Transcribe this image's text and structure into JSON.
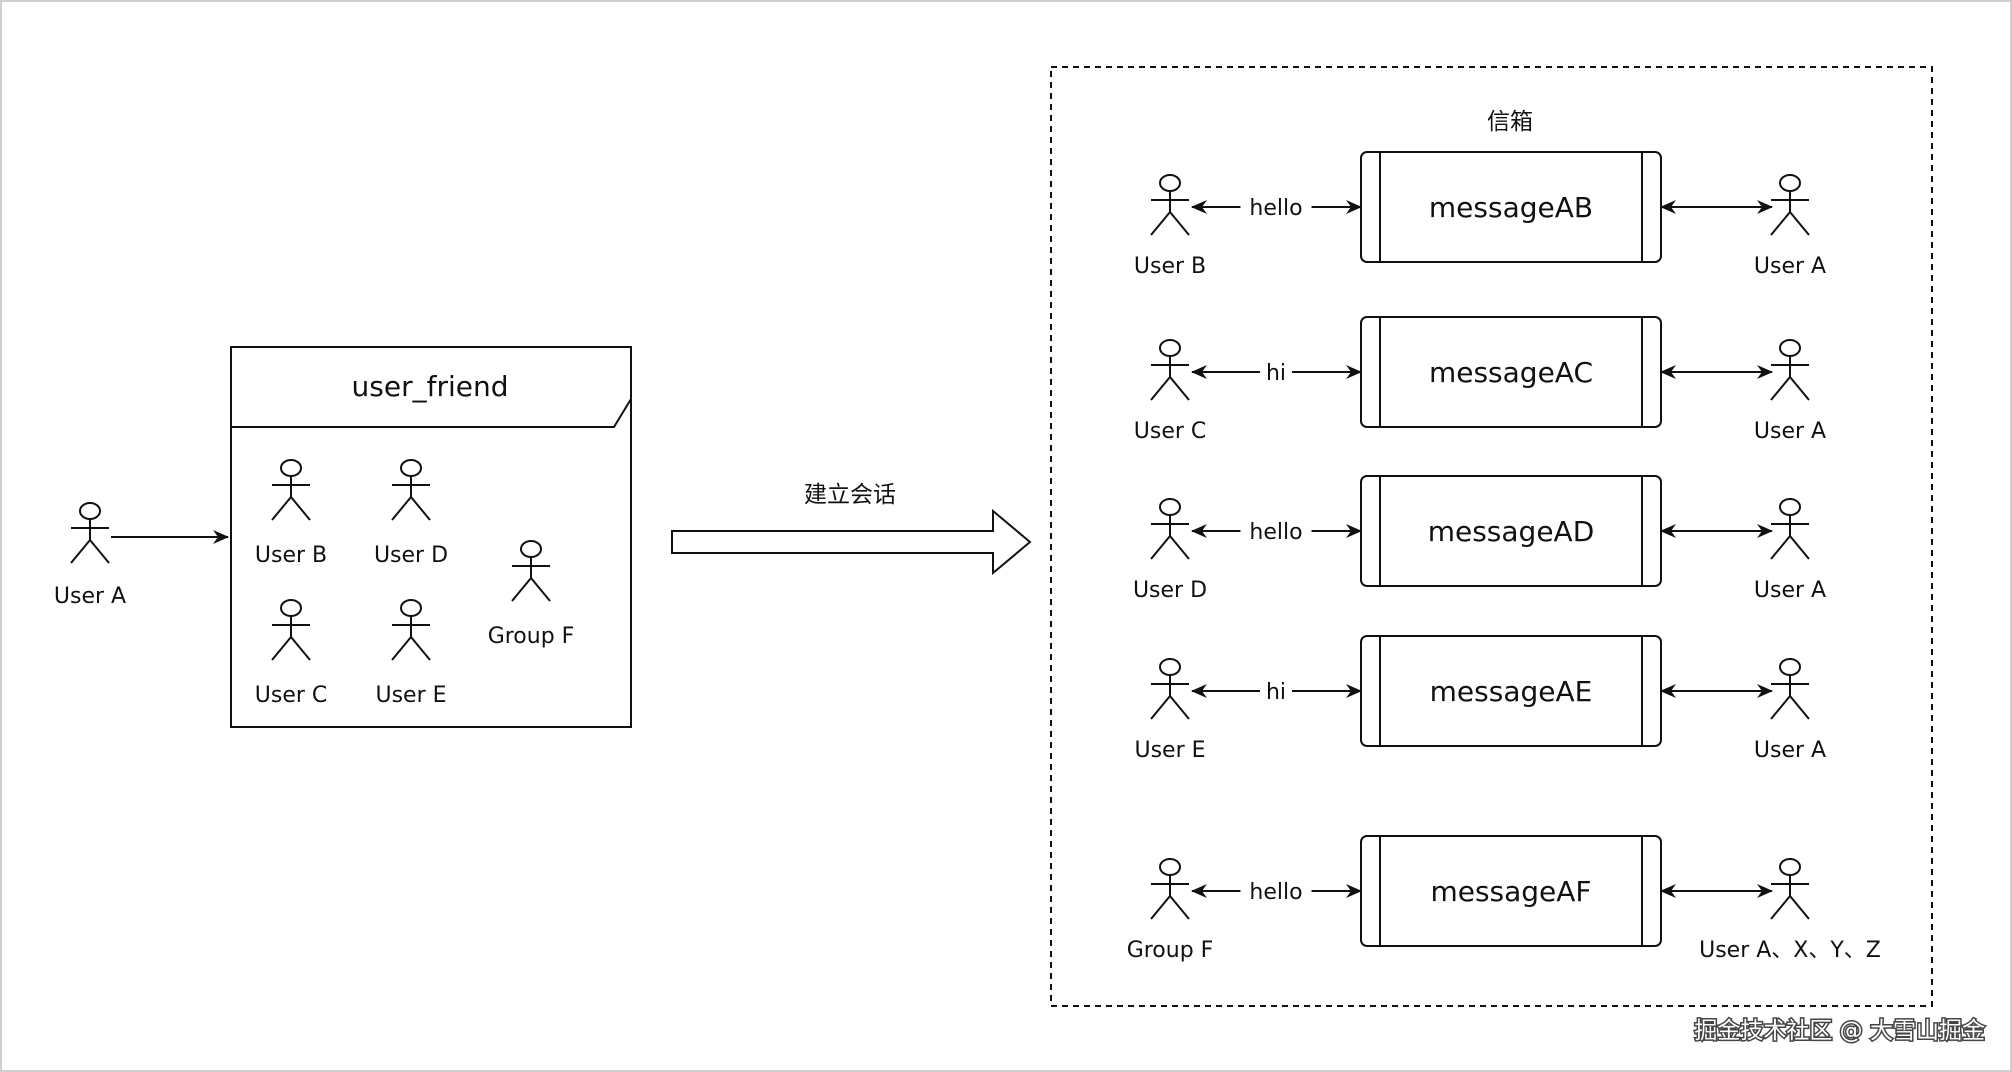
{
  "left": {
    "actor": "User A",
    "box_title": "user_friend",
    "friends": [
      "User B",
      "User D",
      "Group F",
      "User C",
      "User E"
    ]
  },
  "transition_label": "建立会话",
  "mailbox": {
    "title": "信箱",
    "rows": [
      {
        "sender": "User B",
        "message": "hello",
        "box": "messageAB",
        "receiver": "User A"
      },
      {
        "sender": "User C",
        "message": "hi",
        "box": "messageAC",
        "receiver": "User A"
      },
      {
        "sender": "User D",
        "message": "hello",
        "box": "messageAD",
        "receiver": "User A"
      },
      {
        "sender": "User E",
        "message": "hi",
        "box": "messageAE",
        "receiver": "User A"
      },
      {
        "sender": "Group F",
        "message": "hello",
        "box": "messageAF",
        "receiver": "User A、X、Y、Z"
      }
    ]
  },
  "watermark": "掘金技术社区 @ 大雪山掘金"
}
